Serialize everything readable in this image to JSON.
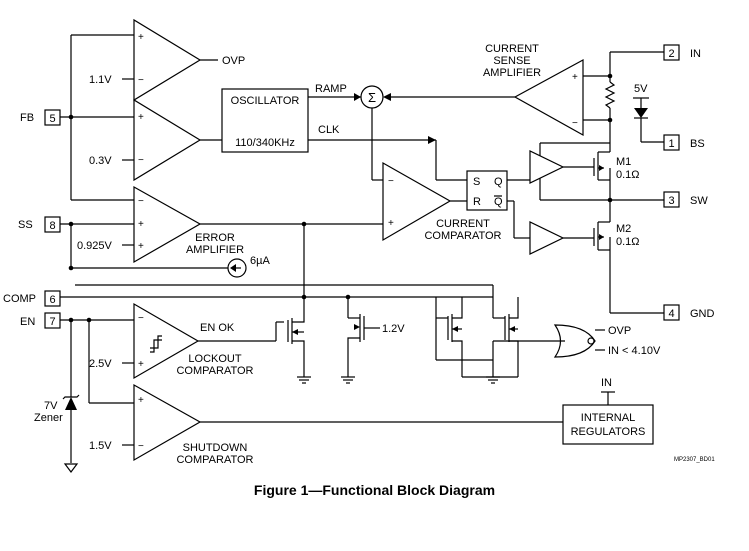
{
  "caption": "Figure 1—Functional Block Diagram",
  "doc_code": "MP2307_BD01",
  "pins": {
    "in": {
      "num": "2",
      "name": "IN"
    },
    "bs": {
      "num": "1",
      "name": "BS"
    },
    "sw": {
      "num": "3",
      "name": "SW"
    },
    "gnd": {
      "num": "4",
      "name": "GND"
    },
    "fb": {
      "num": "5",
      "name": "FB"
    },
    "ss": {
      "num": "8",
      "name": "SS"
    },
    "comp": {
      "num": "6",
      "name": "COMP"
    },
    "en": {
      "num": "7",
      "name": "EN"
    }
  },
  "blocks": {
    "oscillator": "OSCILLATOR",
    "osc_freq": "110/340KHz",
    "internal_regulators": [
      "INTERNAL",
      "REGULATORS"
    ]
  },
  "labels": {
    "ovp": "OVP",
    "ramp": "RAMP",
    "clk": "CLK",
    "sum": "Σ",
    "current_sense": [
      "CURRENT",
      "SENSE",
      "AMPLIFIER"
    ],
    "v5": "5V",
    "m1": "M1",
    "m1_r": "0.1Ω",
    "m2": "M2",
    "m2_r": "0.1Ω",
    "current_comp": [
      "CURRENT",
      "COMPARATOR"
    ],
    "error_amp": [
      "ERROR",
      "AMPLIFIER"
    ],
    "i6ua": "6µA",
    "en_ok": "EN OK",
    "lockout": [
      "LOCKOUT",
      "COMPARATOR"
    ],
    "v12": "1.2V",
    "ovp2": "OVP",
    "in_lt": "IN < 4.10V",
    "shutdown": [
      "SHUTDOWN",
      "COMPARATOR"
    ],
    "zener": [
      "7V",
      "Zener"
    ],
    "in2": "IN",
    "s": "S",
    "q": "Q",
    "r": "R",
    "qbar": "Q"
  },
  "voltages": {
    "v11": "1.1V",
    "v03": "0.3V",
    "v0925": "0.925V",
    "v25": "2.5V",
    "v15": "1.5V"
  },
  "signs": {
    "plus": "+",
    "minus": "−"
  }
}
